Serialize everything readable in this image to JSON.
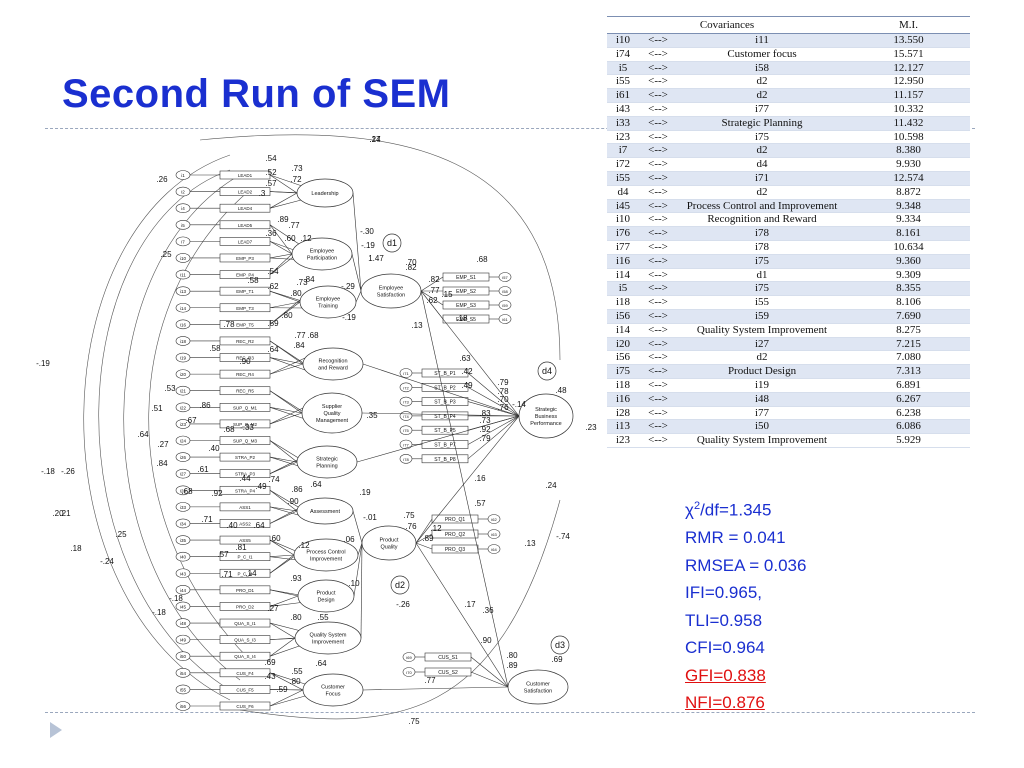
{
  "slide": {
    "title": "Second Run of SEM"
  },
  "covariance_table": {
    "headers": [
      "Covariances",
      "M.I."
    ],
    "rows": [
      [
        "i10",
        "<-->",
        "i11",
        "13.550"
      ],
      [
        "i74",
        "<-->",
        "Customer focus",
        "15.571"
      ],
      [
        "i5",
        "<-->",
        "i58",
        "12.127"
      ],
      [
        "i55",
        "<-->",
        "d2",
        "12.950"
      ],
      [
        "i61",
        "<-->",
        "d2",
        "11.157"
      ],
      [
        "i43",
        "<-->",
        "i77",
        "10.332"
      ],
      [
        "i33",
        "<-->",
        "Strategic Planning",
        "11.432"
      ],
      [
        "i23",
        "<-->",
        "i75",
        "10.598"
      ],
      [
        "i7",
        "<-->",
        "d2",
        "8.380"
      ],
      [
        "i72",
        "<-->",
        "d4",
        "9.930"
      ],
      [
        "i55",
        "<-->",
        "i71",
        "12.574"
      ],
      [
        "d4",
        "<-->",
        "d2",
        "8.872"
      ],
      [
        "i45",
        "<-->",
        "Process Control and Improvement",
        "9.348"
      ],
      [
        "i10",
        "<-->",
        "Recognition and Reward",
        "9.334"
      ],
      [
        "i76",
        "<-->",
        "i78",
        "8.161"
      ],
      [
        "i77",
        "<-->",
        "i78",
        "10.634"
      ],
      [
        "i16",
        "<-->",
        "i75",
        "9.360"
      ],
      [
        "i14",
        "<-->",
        "d1",
        "9.309"
      ],
      [
        "i5",
        "<-->",
        "i75",
        "8.355"
      ],
      [
        "i18",
        "<-->",
        "i55",
        "8.106"
      ],
      [
        "i56",
        "<-->",
        "i59",
        "7.690"
      ],
      [
        "i14",
        "<-->",
        "Quality System Improvement",
        "8.275"
      ],
      [
        "i20",
        "<-->",
        "i27",
        "7.215"
      ],
      [
        "i56",
        "<-->",
        "d2",
        "7.080"
      ],
      [
        "i75",
        "<-->",
        "Product Design",
        "7.313"
      ],
      [
        "i18",
        "<-->",
        "i19",
        "6.891"
      ],
      [
        "i16",
        "<-->",
        "i48",
        "6.267"
      ],
      [
        "i28",
        "<-->",
        "i77",
        "6.238"
      ],
      [
        "i13",
        "<-->",
        "i50",
        "6.086"
      ],
      [
        "i23",
        "<-->",
        "Quality System Improvement",
        "5.929"
      ]
    ]
  },
  "fit_indices": {
    "chi_symbol": "χ",
    "chi_sup": "2",
    "chi_rest": "/df=1.345",
    "rmr": "RMR = 0.041",
    "rmsea": "RMSEA = 0.036",
    "ifi": "IFI=0.965,",
    "tli": "TLI=0.958",
    "cfi": "CFI=0.964",
    "gfi": "GFI=0.838",
    "nfi": "NFI=0.876",
    "warn_color": "#e01010",
    "text_color": "#1a2fd0"
  },
  "diagram": {
    "latents": [
      {
        "key": "leadership",
        "lines": [
          "Leadership"
        ]
      },
      {
        "key": "employee-participation",
        "lines": [
          "Employee",
          "Participation"
        ]
      },
      {
        "key": "employee-training",
        "lines": [
          "Employee",
          "Training"
        ]
      },
      {
        "key": "recognition-reward",
        "lines": [
          "Recognition",
          "and Reward"
        ]
      },
      {
        "key": "supplier-quality",
        "lines": [
          "Supplier",
          "Quality",
          "Management"
        ]
      },
      {
        "key": "strategic-planning",
        "lines": [
          "Strategic",
          "Planning"
        ]
      },
      {
        "key": "assessment",
        "lines": [
          "Assessment"
        ]
      },
      {
        "key": "process-control",
        "lines": [
          "Process Control",
          "Improvement"
        ]
      },
      {
        "key": "product-design",
        "lines": [
          "Product",
          "Design"
        ]
      },
      {
        "key": "quality-system",
        "lines": [
          "Quality System",
          "Improvement"
        ]
      },
      {
        "key": "customer-focus",
        "lines": [
          "Customer",
          "Focus"
        ]
      },
      {
        "key": "employee-satisfaction",
        "lines": [
          "Employee",
          "Satisfaction"
        ]
      },
      {
        "key": "product-quality",
        "lines": [
          "Product",
          "Quality"
        ]
      },
      {
        "key": "strategic-business",
        "lines": [
          "Strategic",
          "Business",
          "Performance"
        ]
      },
      {
        "key": "customer-satisfaction",
        "lines": [
          "Customer",
          "Satisfaction"
        ]
      }
    ],
    "disturbances": [
      "d1",
      "d2",
      "d3",
      "d4"
    ],
    "left_indicators": [
      {
        "err": "i1",
        "label": "LEAD1"
      },
      {
        "err": "i2",
        "label": "LEAD2"
      },
      {
        "err": "i4",
        "label": "LEAD4"
      },
      {
        "err": "i5",
        "label": "LEAD5"
      },
      {
        "err": "i7",
        "label": "LEAD7"
      },
      {
        "err": "i10",
        "label": "EMP_P3"
      },
      {
        "err": "i11",
        "label": "EMP_P4"
      },
      {
        "err": "i13",
        "label": "EMP_T1"
      },
      {
        "err": "i14",
        "label": "EMP_T3"
      },
      {
        "err": "i16",
        "label": "EMP_T5"
      },
      {
        "err": "i18",
        "label": "REC_R2"
      },
      {
        "err": "i19",
        "label": "REC_R3"
      },
      {
        "err": "i20",
        "label": "REC_R4"
      },
      {
        "err": "i21",
        "label": "REC_R5"
      },
      {
        "err": "i22",
        "label": "SUP_Q_M1"
      },
      {
        "err": "i23",
        "label": "SUP_Q_M2"
      },
      {
        "err": "i24",
        "label": "SUP_Q_M3"
      },
      {
        "err": "i26",
        "label": "STRA_P2"
      },
      {
        "err": "i27",
        "label": "STRA_P3"
      },
      {
        "err": "i28",
        "label": "STRA_P4"
      },
      {
        "err": "i33",
        "label": "ASS1"
      },
      {
        "err": "i34",
        "label": "ASS2"
      },
      {
        "err": "i35",
        "label": "ASS5"
      },
      {
        "err": "i40",
        "label": "P_C_I1"
      },
      {
        "err": "i43",
        "label": "P_C_I4"
      },
      {
        "err": "i44",
        "label": "PRO_D1"
      },
      {
        "err": "i45",
        "label": "PRO_D2"
      },
      {
        "err": "i48",
        "label": "QUA_S_I1"
      },
      {
        "err": "i49",
        "label": "QUA_S_I3"
      },
      {
        "err": "i50",
        "label": "QUA_S_I4"
      },
      {
        "err": "i54",
        "label": "CUS_F4"
      },
      {
        "err": "i55",
        "label": "CUS_F5"
      },
      {
        "err": "i56",
        "label": "CUS_F6"
      }
    ],
    "emp_sat_indicators": [
      {
        "err": "i57",
        "label": "EMP_S1"
      },
      {
        "err": "i58",
        "label": "EMP_S2"
      },
      {
        "err": "i59",
        "label": "EMP_S3"
      },
      {
        "err": "i61",
        "label": "EMP_S5"
      }
    ],
    "sbp_indicators": [
      {
        "err": "i71",
        "label": "ST_B_P1"
      },
      {
        "err": "i72",
        "label": "ST_B_P2"
      },
      {
        "err": "i73",
        "label": "ST_B_P3"
      },
      {
        "err": "i74",
        "label": "ST_B_P4"
      },
      {
        "err": "i75",
        "label": "ST_B_P5"
      },
      {
        "err": "i77",
        "label": "ST_B_P7"
      },
      {
        "err": "i78",
        "label": "ST_B_P8"
      }
    ],
    "pq_indicators": [
      {
        "err": "i62",
        "label": "PRO_Q1"
      },
      {
        "err": "i63",
        "label": "PRO_Q2"
      },
      {
        "err": "i64",
        "label": "PRO_Q3"
      }
    ],
    "cs_indicators": [
      {
        "err": "i69",
        "label": "CUS_S1"
      },
      {
        "err": "i70",
        "label": "CUS_S2"
      }
    ],
    "path_labels": [
      {
        "t": ".24"
      },
      {
        "t": ".54"
      },
      {
        "t": ".73"
      },
      {
        "t": ".52"
      },
      {
        "t": ".72"
      },
      {
        "t": ".26"
      },
      {
        "t": ".57"
      },
      {
        "t": ".3"
      },
      {
        "t": ".89"
      },
      {
        "t": ".77"
      },
      {
        "t": ".36"
      },
      {
        "t": ".60"
      },
      {
        "t": ".12"
      },
      {
        "t": "-.30"
      },
      {
        "t": "-.19"
      },
      {
        "t": "1.47"
      },
      {
        "t": ".25"
      },
      {
        "t": ".54"
      },
      {
        "t": ".58"
      },
      {
        "t": ".84"
      },
      {
        "t": ".62"
      },
      {
        "t": ".73"
      },
      {
        "t": "-.29"
      },
      {
        "t": ".80"
      },
      {
        "t": ".80"
      },
      {
        "t": ".59"
      },
      {
        "t": ".78"
      },
      {
        "t": "-.19"
      },
      {
        "t": ".68"
      },
      {
        "t": ".84"
      },
      {
        "t": ".64"
      },
      {
        "t": ".58"
      },
      {
        "t": ".90"
      },
      {
        "t": ".77"
      },
      {
        "t": ".70"
      },
      {
        "t": ".82"
      },
      {
        "t": ".68"
      },
      {
        "t": ".82"
      },
      {
        "t": ".77"
      },
      {
        "t": ".15"
      },
      {
        "t": ".62"
      },
      {
        "t": ".18"
      },
      {
        "t": ".13"
      },
      {
        "t": ".63"
      },
      {
        "t": ".42"
      },
      {
        "t": ".49"
      },
      {
        "t": ".79"
      },
      {
        "t": ".78"
      },
      {
        "t": ".70"
      },
      {
        "t": ".76"
      },
      {
        "t": "-.14"
      },
      {
        "t": ".48"
      },
      {
        "t": ".83"
      },
      {
        "t": ".73"
      },
      {
        "t": ".92"
      },
      {
        "t": ".79"
      },
      {
        "t": ".16"
      },
      {
        "t": ".19"
      },
      {
        "t": ".24"
      },
      {
        "t": ".57"
      },
      {
        "t": ".53"
      },
      {
        "t": ".64"
      },
      {
        "t": "-.19"
      },
      {
        "t": ".51"
      },
      {
        "t": ".23"
      },
      {
        "t": ".86"
      },
      {
        "t": ".67"
      },
      {
        "t": ".68"
      },
      {
        "t": "-.33"
      },
      {
        "t": ".35"
      },
      {
        "t": ".27"
      },
      {
        "t": ".40"
      },
      {
        "t": ".84"
      },
      {
        "t": ".61"
      },
      {
        "t": ".44"
      },
      {
        "t": ".74"
      },
      {
        "t": ".49"
      },
      {
        "t": ".86"
      },
      {
        "t": ".90"
      },
      {
        "t": ".64"
      },
      {
        "t": "-.18"
      },
      {
        "t": "-.26"
      },
      {
        "t": ".20"
      },
      {
        "t": ".21"
      },
      {
        "t": ".68"
      },
      {
        "t": ".92"
      },
      {
        "t": ".71"
      },
      {
        "t": ".40"
      },
      {
        "t": ".64"
      },
      {
        "t": ".25"
      },
      {
        "t": ".18"
      },
      {
        "t": "-.24"
      },
      {
        "t": ".57"
      },
      {
        "t": ".81"
      },
      {
        "t": ".60"
      },
      {
        "t": ".12"
      },
      {
        "t": ".06"
      },
      {
        "t": "-.01"
      },
      {
        "t": ".75"
      },
      {
        "t": ".12"
      },
      {
        "t": ".76"
      },
      {
        "t": ".89"
      },
      {
        "t": ".13"
      },
      {
        "t": "-.74"
      },
      {
        "t": ".71"
      },
      {
        "t": ".14"
      },
      {
        "t": ".93"
      },
      {
        "t": ".10"
      },
      {
        "t": "-.26"
      },
      {
        "t": ".17"
      },
      {
        "t": ".36"
      },
      {
        "t": "-.18"
      },
      {
        "t": ".27"
      },
      {
        "t": ".80"
      },
      {
        "t": ".90"
      },
      {
        "t": ".80"
      },
      {
        "t": ".89"
      },
      {
        "t": ".69"
      },
      {
        "t": ".69"
      },
      {
        "t": ".64"
      },
      {
        "t": ".55"
      },
      {
        "t": ".80"
      },
      {
        "t": ".77"
      },
      {
        "t": ".43"
      },
      {
        "t": ".59"
      },
      {
        "t": ".75"
      },
      {
        "t": "-.18"
      },
      {
        "t": ".55"
      },
      {
        "t": ".17"
      }
    ]
  }
}
